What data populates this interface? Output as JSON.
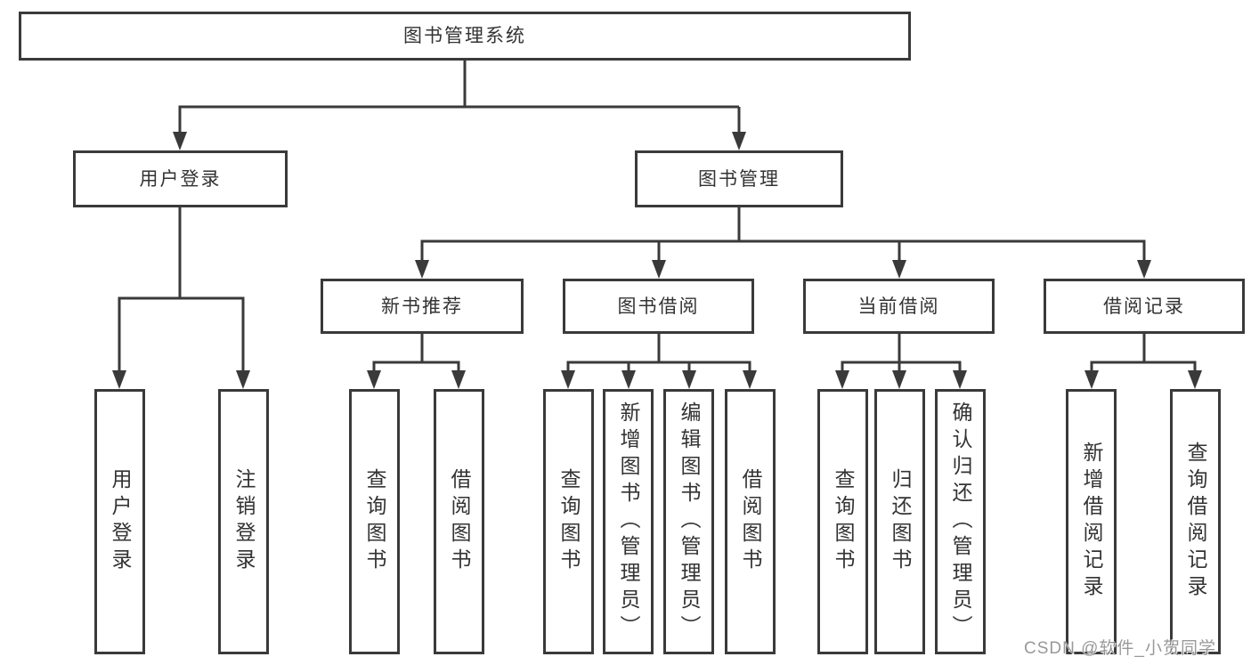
{
  "diagram_title": "图书管理系统",
  "watermark": "CSDN @软件_小贺同学",
  "colors": {
    "line": "#3a3a3a",
    "text": "#333333",
    "box_background": "#ffffff",
    "watermark": "#878787"
  },
  "tree": {
    "root": {
      "label": "图书管理系统"
    },
    "branches": [
      {
        "label": "用户登录",
        "leaves": [
          {
            "label": "用户登录"
          },
          {
            "label": "注销登录"
          }
        ]
      },
      {
        "label": "图书管理",
        "groups": [
          {
            "label": "新书推荐",
            "leaves": [
              {
                "label": "查询图书"
              },
              {
                "label": "借阅图书"
              }
            ]
          },
          {
            "label": "图书借阅",
            "leaves": [
              {
                "label": "查询图书"
              },
              {
                "label": "新增图书（管理员）"
              },
              {
                "label": "编辑图书（管理员）"
              },
              {
                "label": "借阅图书"
              }
            ]
          },
          {
            "label": "当前借阅",
            "leaves": [
              {
                "label": "查询图书"
              },
              {
                "label": "归还图书"
              },
              {
                "label": "确认归还（管理员）"
              }
            ]
          },
          {
            "label": "借阅记录",
            "leaves": [
              {
                "label": "新增借阅记录"
              },
              {
                "label": "查询借阅记录"
              }
            ]
          }
        ]
      }
    ]
  }
}
